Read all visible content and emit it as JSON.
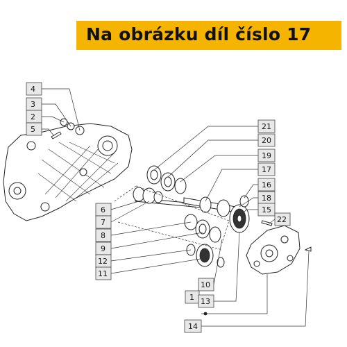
{
  "banner": {
    "text": "Na obrázku díl číslo 17"
  },
  "callouts": [
    {
      "id": "4",
      "label": "4"
    },
    {
      "id": "3",
      "label": "3"
    },
    {
      "id": "2",
      "label": "2"
    },
    {
      "id": "5",
      "label": "5"
    },
    {
      "id": "21",
      "label": "21"
    },
    {
      "id": "20",
      "label": "20"
    },
    {
      "id": "19",
      "label": "19"
    },
    {
      "id": "17",
      "label": "17"
    },
    {
      "id": "16",
      "label": "16"
    },
    {
      "id": "18",
      "label": "18"
    },
    {
      "id": "15",
      "label": "15"
    },
    {
      "id": "22",
      "label": "22"
    },
    {
      "id": "6",
      "label": "6"
    },
    {
      "id": "7",
      "label": "7"
    },
    {
      "id": "8",
      "label": "8"
    },
    {
      "id": "9",
      "label": "9"
    },
    {
      "id": "12",
      "label": "12"
    },
    {
      "id": "11",
      "label": "11"
    },
    {
      "id": "10",
      "label": "10"
    },
    {
      "id": "1",
      "label": "1"
    },
    {
      "id": "13",
      "label": "13"
    },
    {
      "id": "14",
      "label": "14"
    }
  ]
}
